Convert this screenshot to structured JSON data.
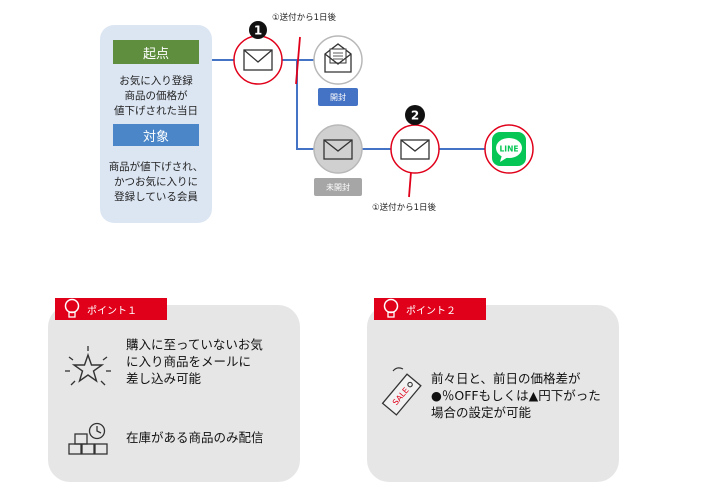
{
  "trigger": {
    "start_label": "起点",
    "start_text": "お気に入り登録\n商品の価格が\n値下げされた当日",
    "target_label": "対象",
    "target_text": "商品が値下げされ、\nかつお気に入りに\n登録している会員"
  },
  "flow": {
    "step1_number": "1",
    "step2_number": "2",
    "delay1": "①送付から1日後",
    "delay2": "①送付から1日後",
    "opened_label": "開封",
    "unopened_label": "未開封",
    "line_logo": "LINE",
    "colors": {
      "accent_red": "#e0001a",
      "line_blue": "#4472c4",
      "line_green": "#06c755"
    }
  },
  "points": [
    {
      "tag": "ポイント１",
      "items": [
        {
          "icon": "sparkle-star-icon",
          "text": "購入に至っていないお気\nに入り商品をメールに\n差し込み可能"
        },
        {
          "icon": "inventory-boxes-icon",
          "text": "在庫がある商品のみ配信"
        }
      ]
    },
    {
      "tag": "ポイント２",
      "items": [
        {
          "icon": "sale-tag-icon",
          "sale_text": "SALE",
          "text": "前々日と、前日の価格差が\n●％OFFもしくは▲円下がった\n場合の設定が可能"
        }
      ]
    }
  ]
}
